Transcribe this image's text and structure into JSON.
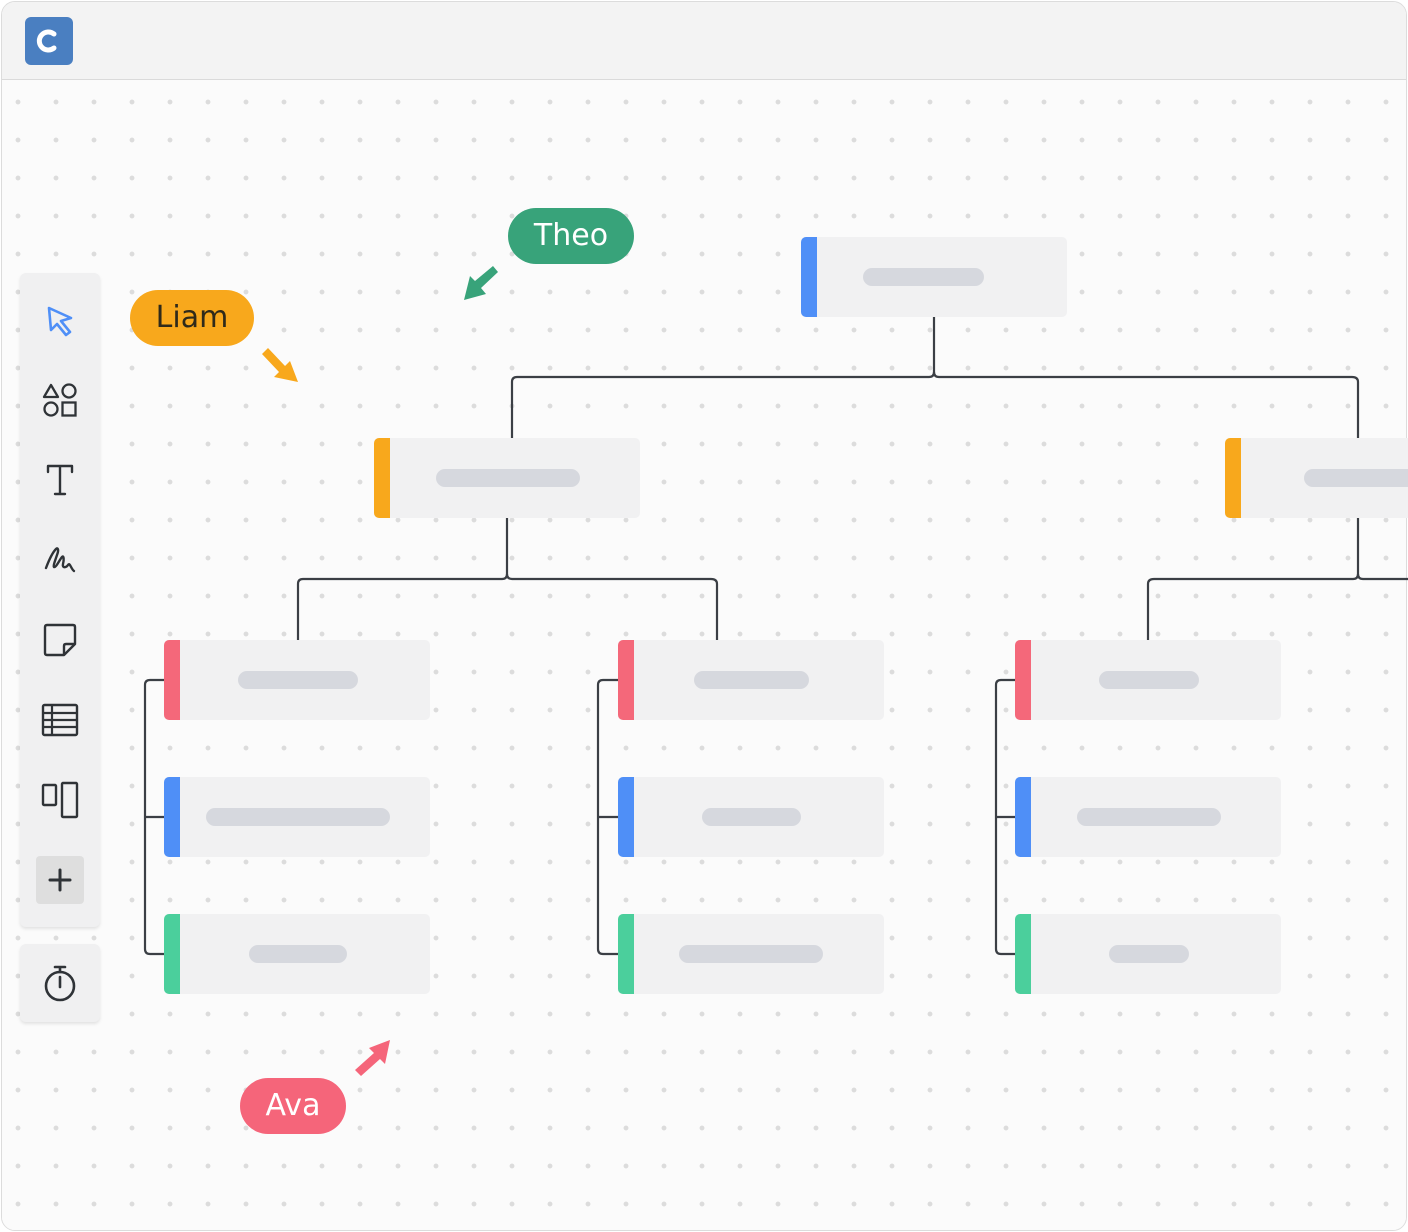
{
  "app": {
    "logo_icon": "app-logo-icon",
    "brand_color": "#4a7fc1"
  },
  "toolbar": {
    "tools": [
      {
        "name": "select-tool",
        "icon": "pointer-arrow-icon",
        "active": true
      },
      {
        "name": "shapes-tool",
        "icon": "shapes-icon"
      },
      {
        "name": "text-tool",
        "icon": "text-icon"
      },
      {
        "name": "pen-tool",
        "icon": "pen-scribble-icon"
      },
      {
        "name": "sticky-note-tool",
        "icon": "sticky-note-icon"
      },
      {
        "name": "table-tool",
        "icon": "table-icon"
      },
      {
        "name": "frame-tool",
        "icon": "frame-icon"
      },
      {
        "name": "add-tool",
        "icon": "plus-icon"
      }
    ],
    "timer_icon": "stopwatch-icon"
  },
  "collaborators": [
    {
      "name": "Theo",
      "color": "#38a37a"
    },
    {
      "name": "Liam",
      "color": "#f8a81c"
    },
    {
      "name": "Ava",
      "color": "#f5657a"
    }
  ],
  "org_chart": {
    "accent_colors": {
      "blue": "#4f8ff7",
      "orange": "#f8a81c",
      "red": "#f4687a",
      "green": "#4bcf9c"
    },
    "nodes": [
      {
        "id": "root",
        "accent": "blue"
      },
      {
        "id": "manager-left",
        "accent": "orange"
      },
      {
        "id": "manager-right",
        "accent": "orange"
      },
      {
        "id": "team-1-lead",
        "accent": "red"
      },
      {
        "id": "team-1-member-1",
        "accent": "blue"
      },
      {
        "id": "team-1-member-2",
        "accent": "green"
      },
      {
        "id": "team-2-lead",
        "accent": "red"
      },
      {
        "id": "team-2-member-1",
        "accent": "blue"
      },
      {
        "id": "team-2-member-2",
        "accent": "green"
      },
      {
        "id": "team-3-lead",
        "accent": "red"
      },
      {
        "id": "team-3-member-1",
        "accent": "blue"
      },
      {
        "id": "team-3-member-2",
        "accent": "green"
      }
    ]
  }
}
